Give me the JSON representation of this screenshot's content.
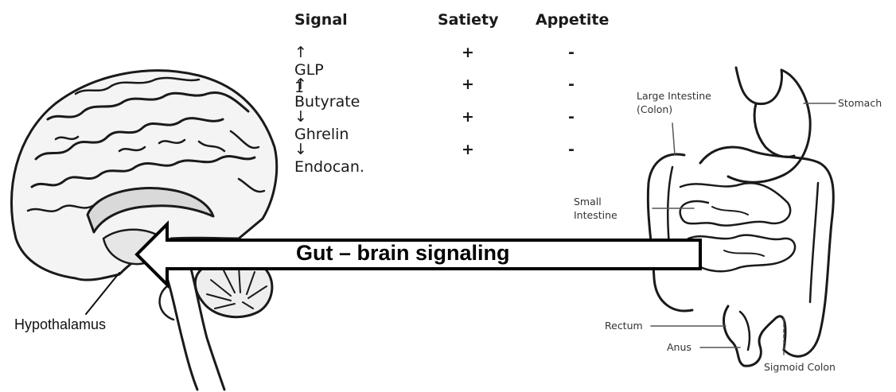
{
  "table": {
    "headers": {
      "signal": "Signal",
      "satiety": "Satiety",
      "appetite": "Appetite"
    },
    "rows": [
      {
        "signal": "↑ GLP 1",
        "satiety": "+",
        "appetite": "-"
      },
      {
        "signal": "↑ Butyrate",
        "satiety": "+",
        "appetite": "-"
      },
      {
        "signal": "↓ Ghrelin",
        "satiety": "+",
        "appetite": "-"
      },
      {
        "signal": "↓ Endocan.",
        "satiety": "+",
        "appetite": "-"
      }
    ]
  },
  "arrow": {
    "label": "Gut – brain signaling"
  },
  "brain": {
    "label": "Hypothalamus"
  },
  "gut": {
    "large_intestine": "Large Intestine\n(Colon)",
    "stomach": "Stomach",
    "small_intestine": "Small\nIntestine",
    "rectum": "Rectum",
    "anus": "Anus",
    "sigmoid_colon": "Sigmoid Colon"
  }
}
